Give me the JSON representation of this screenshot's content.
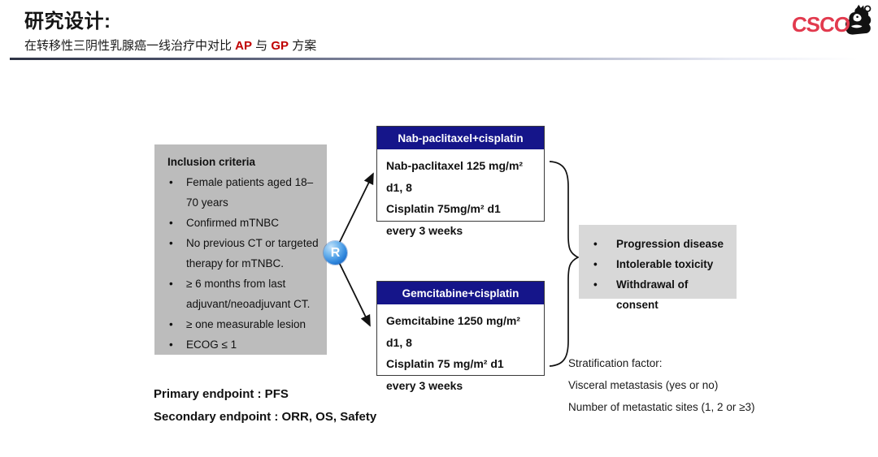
{
  "slide": {
    "title": "研究设计:",
    "subtitle": {
      "prefix": "在转移性三阴性乳腺癌一线治疗中对比 ",
      "ap": "AP",
      "mid": " 与 ",
      "gp": "GP",
      "suffix": " 方案"
    },
    "logo_text": "CSCO"
  },
  "colors": {
    "accent_red": "#c00000",
    "navy_header": "#15158a",
    "inclusion_gray": "#bcbcbc",
    "outcome_gray": "#d8d8d8",
    "logo_red": "#e23a4e"
  },
  "inclusion_box": {
    "title": "Inclusion criteria",
    "items": [
      "Female patients aged 18–70 years",
      "Confirmed mTNBC",
      "No previous CT or targeted therapy for mTNBC.",
      "≥ 6 months from last adjuvant/neoadjuvant CT.",
      "≥ one measurable lesion",
      "ECOG ≤ 1"
    ]
  },
  "randomization": {
    "label": "R"
  },
  "arms": [
    {
      "title": "Nab-paclitaxel+cisplatin",
      "lines": [
        "Nab-paclitaxel 125 mg/m² d1, 8",
        "Cisplatin 75mg/m² d1",
        "every 3 weeks"
      ]
    },
    {
      "title": "Gemcitabine+cisplatin",
      "lines": [
        "Gemcitabine 1250 mg/m² d1, 8",
        "Cisplatin 75 mg/m²  d1",
        "every 3 weeks"
      ]
    }
  ],
  "outcome_box": {
    "items": [
      "Progression disease",
      "Intolerable toxicity",
      "Withdrawal of consent"
    ]
  },
  "endpoints": {
    "primary": "Primary endpoint : PFS",
    "secondary": "Secondary endpoint : ORR, OS, Safety"
  },
  "stratification": {
    "lines": [
      "Stratification factor:",
      "Visceral metastasis (yes or no)",
      "Number of metastatic sites (1, 2 or ≥3)"
    ]
  }
}
